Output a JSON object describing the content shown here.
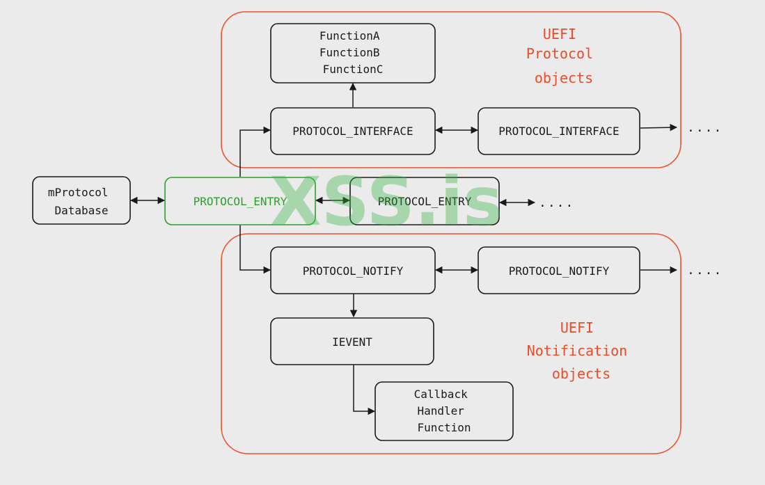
{
  "nodes": {
    "database": {
      "lines": [
        "mProtocol",
        "Database"
      ]
    },
    "entry_primary": {
      "lines": [
        "PROTOCOL_ENTRY"
      ]
    },
    "entry_secondary": {
      "lines": [
        "PROTOCOL_ENTRY"
      ]
    },
    "functions": {
      "lines": [
        "FunctionA",
        "FunctionB",
        "FunctionC"
      ]
    },
    "interface_1": {
      "lines": [
        "PROTOCOL_INTERFACE"
      ]
    },
    "interface_2": {
      "lines": [
        "PROTOCOL_INTERFACE"
      ]
    },
    "notify_1": {
      "lines": [
        "PROTOCOL_NOTIFY"
      ]
    },
    "notify_2": {
      "lines": [
        "PROTOCOL_NOTIFY"
      ]
    },
    "ievent": {
      "lines": [
        "IEVENT"
      ]
    },
    "callback": {
      "lines": [
        "Callback",
        "Handler",
        "Function"
      ]
    }
  },
  "groups": {
    "protocol_objects": {
      "lines": [
        "UEFI",
        "Protocol",
        "objects"
      ]
    },
    "notification_objects": {
      "lines": [
        "UEFI",
        "Notification",
        "objects"
      ]
    }
  },
  "continuation": "....",
  "watermark": "XSS.is",
  "colors": {
    "node_stroke": "#1a1a1a",
    "entry_highlight": "#2aa02a",
    "group_stroke": "#f0502d",
    "group_label": "#ee4a26",
    "background": "#ebebeb"
  }
}
